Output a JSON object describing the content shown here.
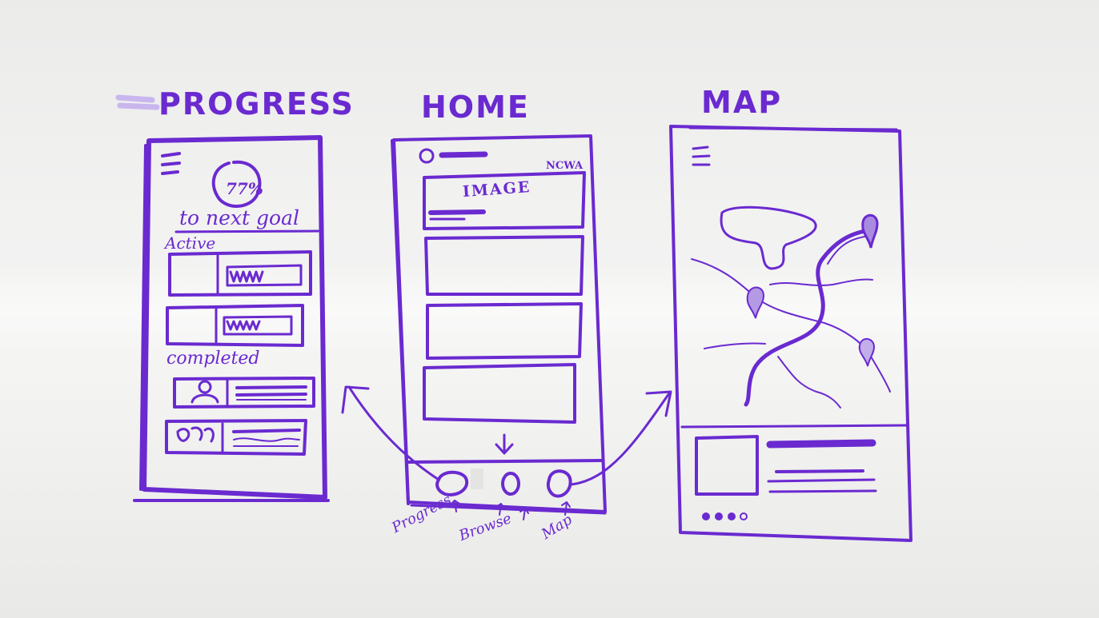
{
  "colors": {
    "ink": "#6a2ad0",
    "board": "#f1f1f0"
  },
  "screens": {
    "progress": {
      "title": "PROGRESS",
      "percent": "77%",
      "subtitle": "to next goal",
      "section_active": "Active",
      "section_completed": "completed"
    },
    "home": {
      "title": "HOME",
      "top_right_label": "NCWA",
      "card_label": "IMAGE"
    },
    "map": {
      "title": "MAP"
    }
  },
  "nav_labels": {
    "progress": "Progress",
    "browse": "Browse",
    "map": "Map"
  },
  "icons": [
    "menu-icon",
    "progress-ring-icon",
    "avatar-icon",
    "map-pin-icon",
    "down-arrow-icon"
  ]
}
